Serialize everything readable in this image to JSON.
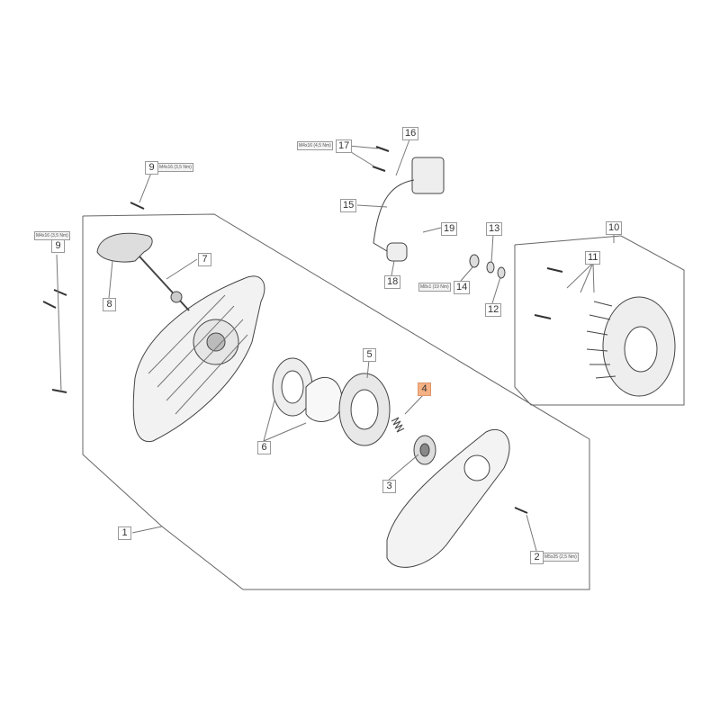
{
  "diagram": {
    "parts": [
      {
        "ref": "1"
      },
      {
        "ref": "2",
        "spec": "M5x25 (2,5 Nm)"
      },
      {
        "ref": "3"
      },
      {
        "ref": "4",
        "highlighted": true
      },
      {
        "ref": "5"
      },
      {
        "ref": "6"
      },
      {
        "ref": "7"
      },
      {
        "ref": "8"
      },
      {
        "ref": "9",
        "spec": "M4x16 (3,5 Nm)"
      },
      {
        "ref": "9",
        "spec": "M4x16 (3,5 Nm)"
      },
      {
        "ref": "10"
      },
      {
        "ref": "11"
      },
      {
        "ref": "12"
      },
      {
        "ref": "13"
      },
      {
        "ref": "14",
        "spec": "M8x1 (19 Nm)"
      },
      {
        "ref": "15"
      },
      {
        "ref": "16"
      },
      {
        "ref": "17",
        "spec": "M4x16 (4,5 Nm)"
      },
      {
        "ref": "18"
      },
      {
        "ref": "19"
      }
    ],
    "highlight_color": "#f4b183",
    "line_color": "#555555"
  }
}
